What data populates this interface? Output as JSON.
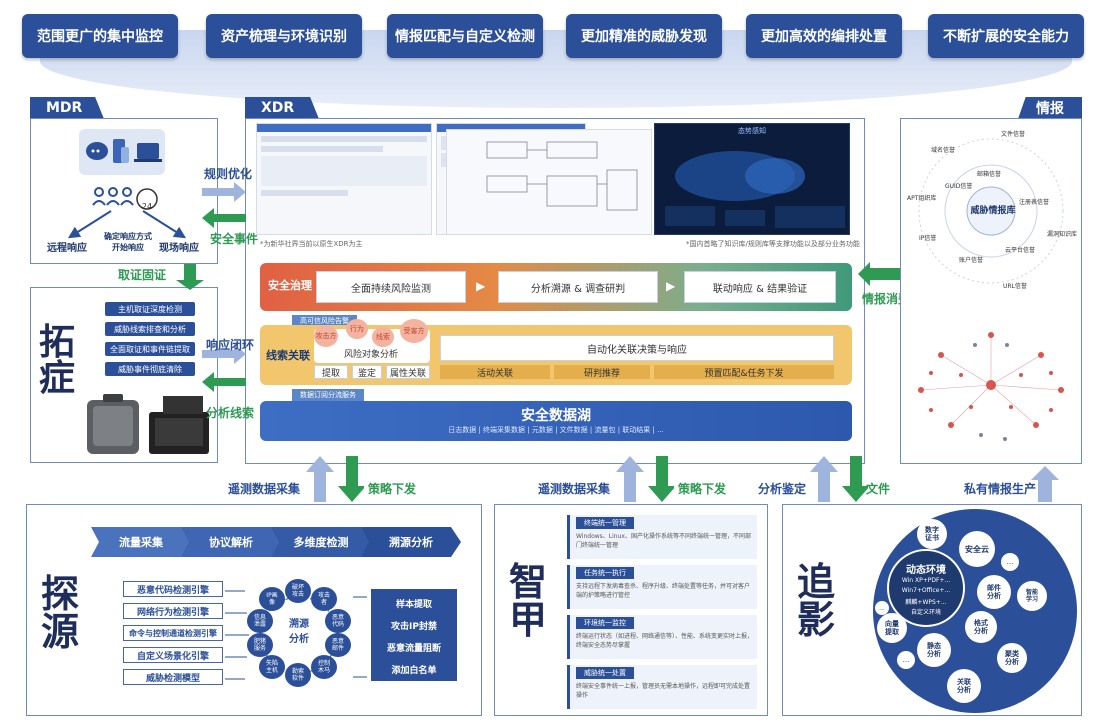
{
  "top_banner": [
    "范围更广的集中监控",
    "资产梳理与环境识别",
    "情报匹配与自定义检测",
    "更加精准的威胁发现",
    "更加高效的编排处置",
    "不断扩展的安全能力"
  ],
  "mdr": {
    "tag": "MDR",
    "remote": "远程响应",
    "method": "确定响应方式\n开始响应",
    "onsite": "现场响应",
    "clock_num": "24"
  },
  "tuozhen": {
    "title": "拓\n症",
    "items": [
      "主机取证深度检测",
      "威胁线索排查和分析",
      "全面取证和事件链提取",
      "威胁事件彻底清除"
    ]
  },
  "xdr": {
    "tag": "XDR",
    "note_left": "*为新华社界当前以原生XDR为主",
    "note_right": "*国内首略了知识库/规则库等支撑功能以及部分业务功能",
    "governance": {
      "label": "安全治理",
      "steps": [
        "全面持续风险监测",
        "分析溯源 & 调查研判",
        "联动响应 & 结果验证"
      ]
    },
    "clue_tag": "高可信风险告警",
    "clue": {
      "label": "线索关联",
      "bubbles": [
        "攻击方",
        "行为",
        "线索",
        "受害方"
      ],
      "object": "风险对象分析",
      "subs": [
        "提取",
        "鉴定",
        "属性关联"
      ],
      "auto": "自动化关联决策与响应",
      "auto_subs": [
        "活动关联",
        "研判推荐",
        "预置匹配&任务下发"
      ]
    },
    "lake_tag": "数据订阅分流服务",
    "lake": {
      "title": "安全数据湖",
      "subtitle": "日志数据 | 终端采集数据 | 元数据 | 文件数据 | 流量包 | 联动结果 | ..."
    },
    "dash_title": "态势感知"
  },
  "arrows": {
    "rule_opt": "规则优化",
    "sec_event": "安全事件",
    "forensic": "取证固证",
    "resp_close": "响应闭环",
    "analyze_clue": "分析线索",
    "intel_consume": "情报消费",
    "tele1": "遥测数据采集",
    "policy1": "策略下发",
    "tele2": "遥测数据采集",
    "policy2": "策略下发",
    "analysis": "分析鉴定",
    "file": "文件",
    "private_intel": "私有情报生产"
  },
  "intel": {
    "tag": "情报",
    "center": "威胁情报库",
    "items": [
      "文件信誉",
      "域名信誉",
      "邮箱信誉",
      "GUID信誉",
      "注册表信誉",
      "APT组织库",
      "IP信誉",
      "漏洞知识库",
      "账户信誉",
      "云平台信誉",
      "URL信誉"
    ]
  },
  "tance": {
    "title": "探\n源",
    "flow": [
      "流量采集",
      "协议解析",
      "多维度检测",
      "溯源分析"
    ],
    "engines": [
      "恶意代码检测引擎",
      "网络行为检测引擎",
      "命令与控制通道检测引擎",
      "自定义场景化引擎",
      "威胁检测模型"
    ],
    "center": "溯源\n分析",
    "ring": [
      "破坏\n攻击",
      "攻击\n者",
      "恶意\n代码",
      "恶意\n邮件",
      "控制\n木马",
      "勒索\n软件",
      "失陷\n主机",
      "肥猪\n服务",
      "信息\n泄露",
      "IP画\n像"
    ],
    "actions": [
      "样本提取",
      "攻击IP封禁",
      "恶意流量阻断",
      "添加白名单"
    ]
  },
  "zhijia": {
    "title": "智\n甲",
    "cards": [
      {
        "title": "终端统一管理",
        "text": "Windows、Linux、国产化操作系统等不同终端统一管理，不同部门终端统一管理"
      },
      {
        "title": "任务统一执行",
        "text": "支持远程下发病毒查杀、程序升级、终端处置等任务，并可对客户端的护策略进行管控"
      },
      {
        "title": "环境统一监控",
        "text": "终端运行状态（如进程、网络通信等）、性能、系统变更实时上报，终端安全态势尽掌握"
      },
      {
        "title": "威胁统一处置",
        "text": "终端安全事件统一上报，管理员无需本地操作，远程即可完成处置操作"
      }
    ]
  },
  "zhuiying": {
    "title": "追\n影",
    "center_title": "动态环境",
    "center_lines": [
      "Win XP+PDF+...",
      "Win7+Office+...",
      "麒麟+WPS+...",
      "自定义环境"
    ],
    "nodes": [
      "数字\n证书",
      "安全云",
      "...",
      "邮件\n分析",
      "智能\n学习",
      "格式\n分析",
      "聚类\n分析",
      "关联\n分析",
      "静态\n分析",
      "向量\n提取",
      "...",
      "..."
    ]
  }
}
